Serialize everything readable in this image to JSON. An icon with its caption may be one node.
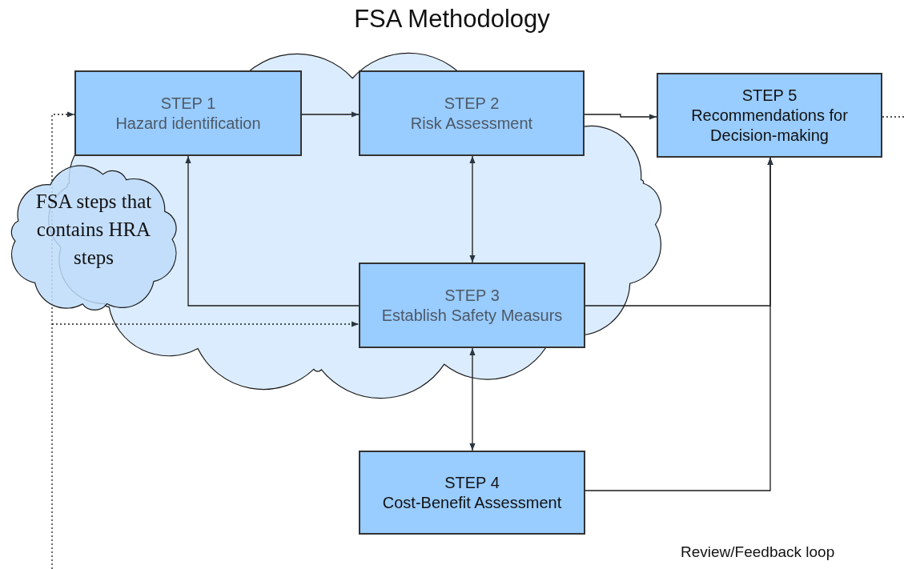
{
  "diagram": {
    "title": "FSA Methodology",
    "nodes": [
      {
        "text": [],
        "shape": "cloud"
      },
      {
        "text": [
          "FSA steps that contains HRA steps"
        ]
      },
      {
        "text": [
          "STEP 1",
          "Hazard identification"
        ],
        "in": 0
      },
      {
        "text": [
          "STEP 2",
          "Risk Assessment"
        ],
        "in": 0
      },
      {
        "text": [
          "STEP 3",
          "Establish Safety Measurs"
        ],
        "in": 0
      },
      {
        "text": [
          "STEP 4",
          "Cost-Benefit Assessment"
        ]
      },
      {
        "text": [
          "STEP 5",
          "Recommendations for Decision-making"
        ]
      }
    ],
    "edges": [
      {
        "from": 2,
        "to": 3,
        "arrow": "to"
      },
      {
        "from": 3,
        "to": 6,
        "arrow": "to"
      },
      {
        "from": 3,
        "to": 4,
        "arrow": "both"
      },
      {
        "from": 4,
        "to": 2,
        "arrow": "to"
      },
      {
        "from": 4,
        "to": 6,
        "arrow": "to"
      },
      {
        "from": 5,
        "to": 6,
        "arrow": "to"
      },
      {
        "from": 4,
        "to": 5,
        "arrow": "both"
      },
      {
        "from": 6,
        "to": null,
        "arrow": "none",
        "style": "dashed"
      },
      {
        "from": null,
        "to": 2,
        "arrow": "to",
        "style": "dashed"
      },
      {
        "from": null,
        "to": 4,
        "arrow": "to",
        "style": "dashed"
      }
    ],
    "labels": [
      "Review/Feedback loop"
    ]
  }
}
